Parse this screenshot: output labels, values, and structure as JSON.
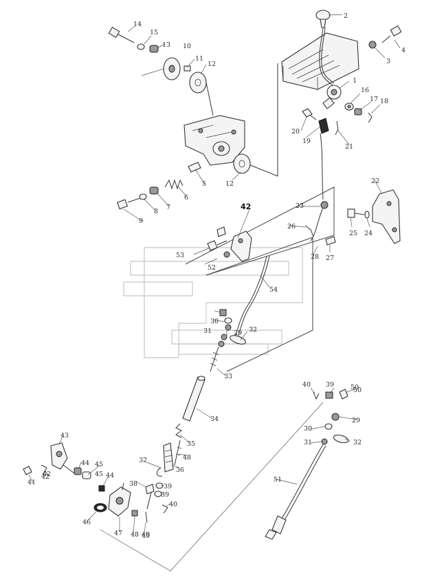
{
  "figure": {
    "callouts": [
      "1",
      "2",
      "3",
      "4",
      "5",
      "6",
      "7",
      "8",
      "9",
      "10",
      "11",
      "12",
      "12",
      "13",
      "14",
      "15",
      "16",
      "17",
      "18",
      "19",
      "20",
      "21",
      "22",
      "23",
      "24",
      "25",
      "26",
      "27",
      "28",
      "29",
      "30",
      "31",
      "32",
      "33",
      "34",
      "35",
      "36",
      "37",
      "38",
      "39",
      "40",
      "41",
      "42",
      "43",
      "44",
      "45",
      "46",
      "47",
      "48",
      "49",
      "50",
      "51",
      "52",
      "53",
      "54",
      "29",
      "30",
      "31",
      "32",
      "39",
      "40",
      "42",
      "44",
      "45",
      "48",
      "50",
      "39",
      "49",
      "42"
    ]
  }
}
